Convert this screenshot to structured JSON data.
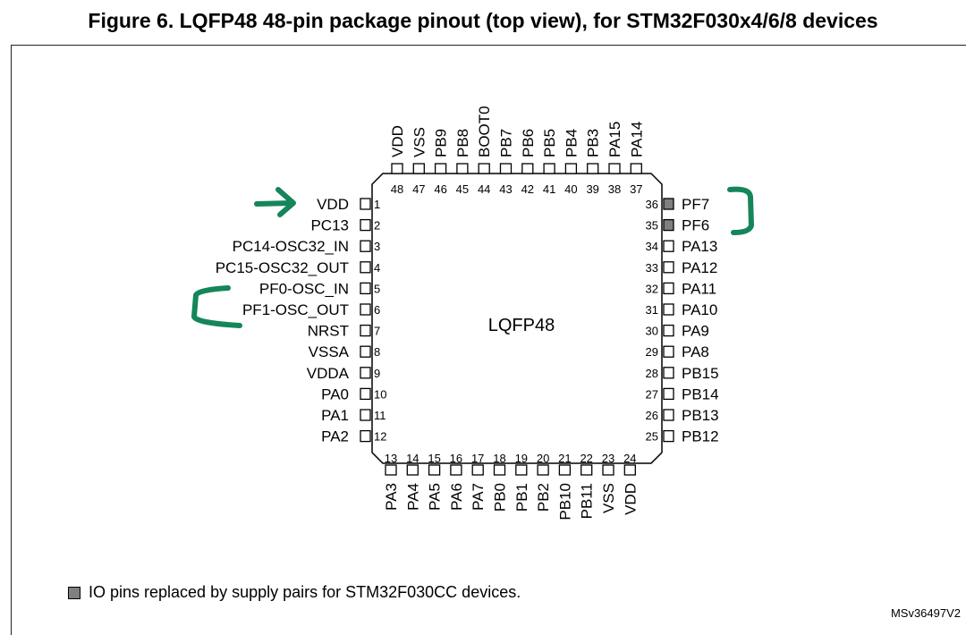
{
  "figure": {
    "title": "Figure 6. LQFP48 48-pin package pinout (top view), for STM32F030x4/6/8 devices",
    "package_label": "LQFP48",
    "legend_text": "IO pins replaced by supply pairs for STM32F030CC devices.",
    "reference_code": "MSv36497V2"
  },
  "colors": {
    "replaced_pin_fill": "#808080",
    "annotation_green": "#15855a"
  },
  "pins": {
    "left": [
      {
        "num": "1",
        "name": "VDD"
      },
      {
        "num": "2",
        "name": "PC13"
      },
      {
        "num": "3",
        "name": "PC14-OSC32_IN"
      },
      {
        "num": "4",
        "name": "PC15-OSC32_OUT"
      },
      {
        "num": "5",
        "name": "PF0-OSC_IN"
      },
      {
        "num": "6",
        "name": "PF1-OSC_OUT"
      },
      {
        "num": "7",
        "name": "NRST"
      },
      {
        "num": "8",
        "name": "VSSA"
      },
      {
        "num": "9",
        "name": "VDDA"
      },
      {
        "num": "10",
        "name": "PA0"
      },
      {
        "num": "11",
        "name": "PA1"
      },
      {
        "num": "12",
        "name": "PA2"
      }
    ],
    "bottom": [
      {
        "num": "13",
        "name": "PA3"
      },
      {
        "num": "14",
        "name": "PA4"
      },
      {
        "num": "15",
        "name": "PA5"
      },
      {
        "num": "16",
        "name": "PA6"
      },
      {
        "num": "17",
        "name": "PA7"
      },
      {
        "num": "18",
        "name": "PB0"
      },
      {
        "num": "19",
        "name": "PB1"
      },
      {
        "num": "20",
        "name": "PB2"
      },
      {
        "num": "21",
        "name": "PB10"
      },
      {
        "num": "22",
        "name": "PB11"
      },
      {
        "num": "23",
        "name": "VSS"
      },
      {
        "num": "24",
        "name": "VDD"
      }
    ],
    "right": [
      {
        "num": "36",
        "name": "PF7",
        "replaced": true
      },
      {
        "num": "35",
        "name": "PF6",
        "replaced": true
      },
      {
        "num": "34",
        "name": "PA13"
      },
      {
        "num": "33",
        "name": "PA12"
      },
      {
        "num": "32",
        "name": "PA11"
      },
      {
        "num": "31",
        "name": "PA10"
      },
      {
        "num": "30",
        "name": "PA9"
      },
      {
        "num": "29",
        "name": "PA8"
      },
      {
        "num": "28",
        "name": "PB15"
      },
      {
        "num": "27",
        "name": "PB14"
      },
      {
        "num": "26",
        "name": "PB13"
      },
      {
        "num": "25",
        "name": "PB12"
      }
    ],
    "top": [
      {
        "num": "48",
        "name": "VDD"
      },
      {
        "num": "47",
        "name": "VSS"
      },
      {
        "num": "46",
        "name": "PB9"
      },
      {
        "num": "45",
        "name": "PB8"
      },
      {
        "num": "44",
        "name": "BOOT0"
      },
      {
        "num": "43",
        "name": "PB7"
      },
      {
        "num": "42",
        "name": "PB6"
      },
      {
        "num": "41",
        "name": "PB5"
      },
      {
        "num": "40",
        "name": "PB4"
      },
      {
        "num": "39",
        "name": "PB3"
      },
      {
        "num": "38",
        "name": "PA15"
      },
      {
        "num": "37",
        "name": "PA14"
      }
    ]
  }
}
